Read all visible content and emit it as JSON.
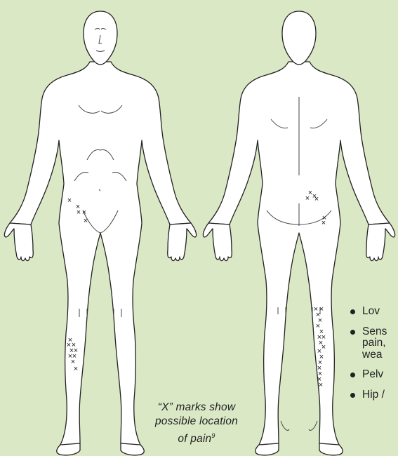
{
  "caption": {
    "line1": "“X” marks show",
    "line2": "possible location",
    "line3_text": "of pain",
    "line3_sup": "9"
  },
  "bullets": [
    "Lov",
    "Sens\npain,\nwea",
    "Pelv",
    "Hip /"
  ],
  "colors": {
    "background": "#dbe8c6",
    "body_fill": "#ffffff",
    "outline": "#222222",
    "x_mark": "#1a1a1a"
  }
}
